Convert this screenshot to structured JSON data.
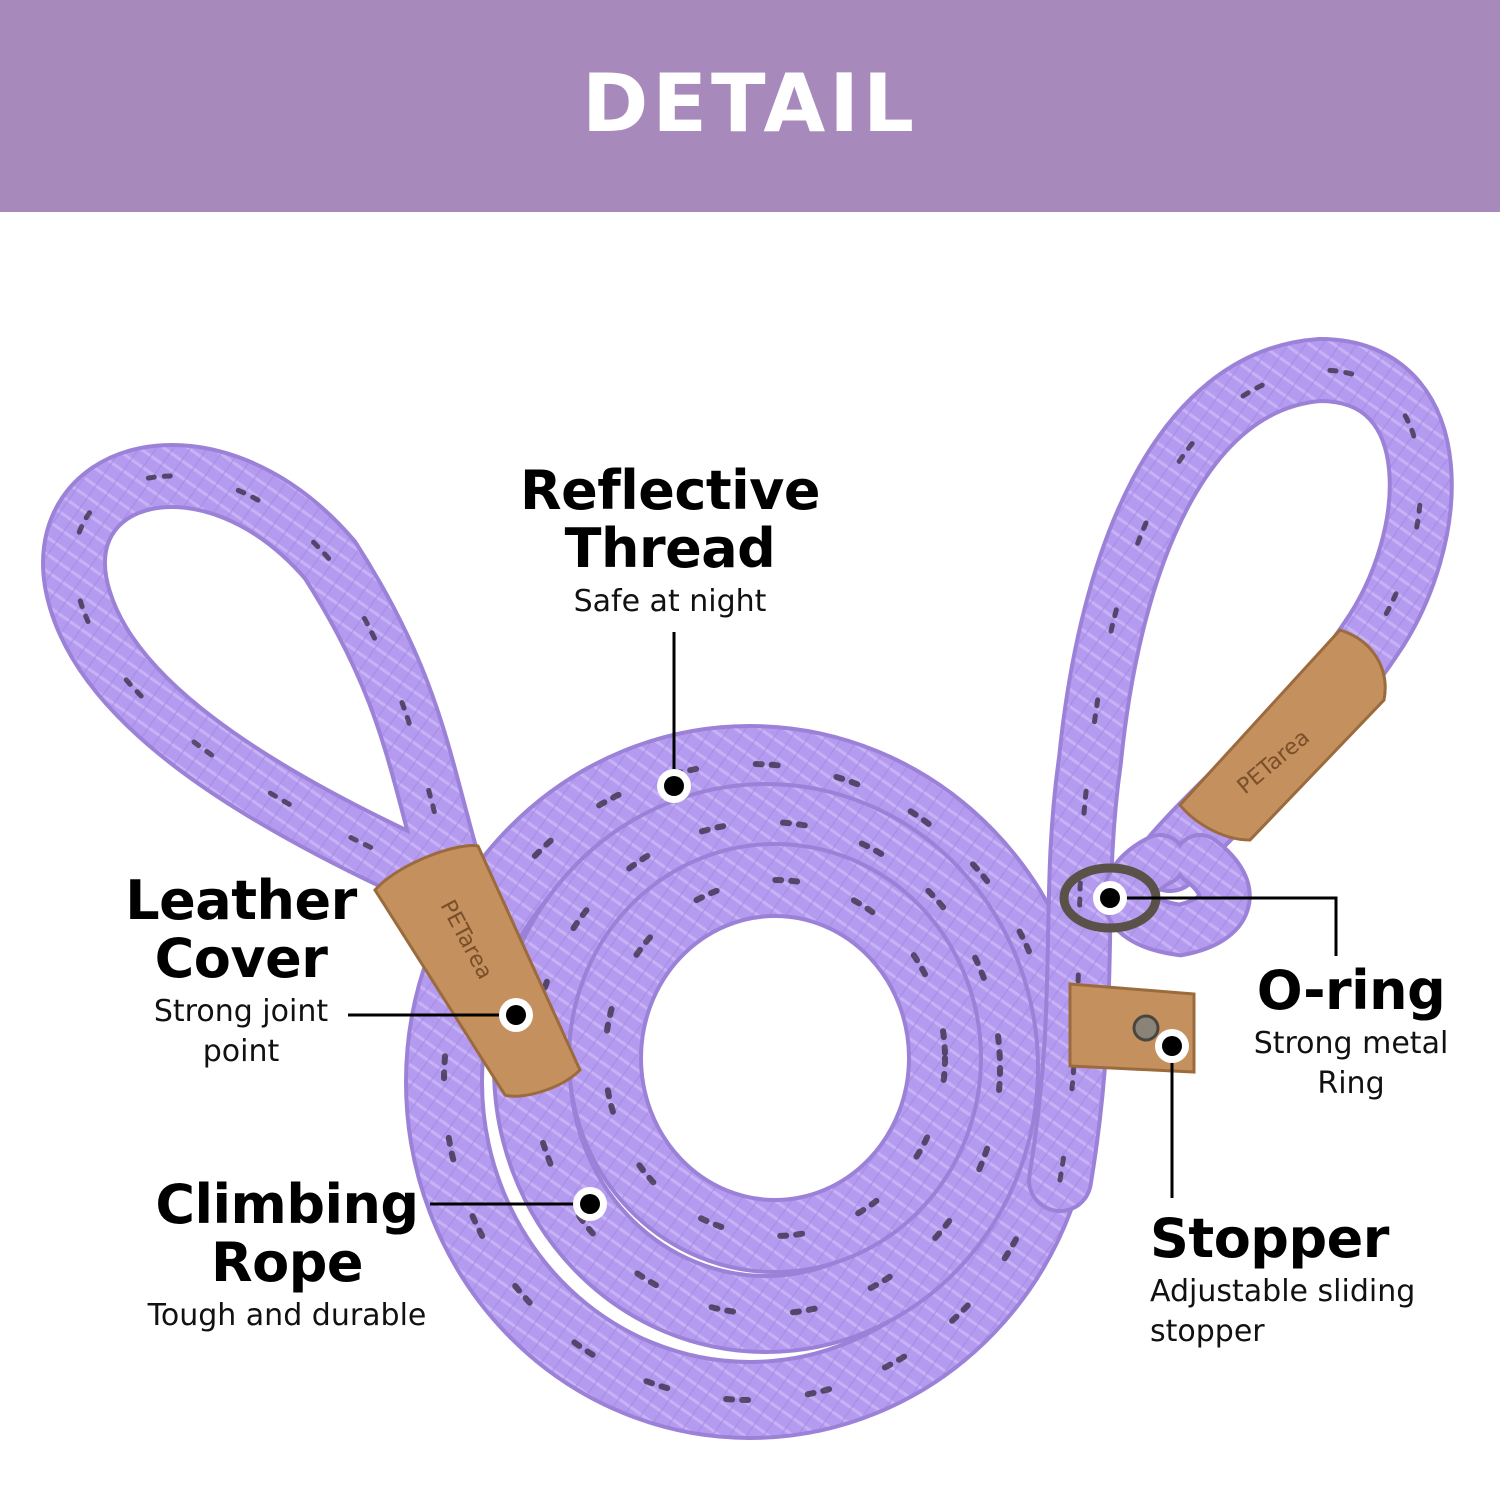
{
  "header": {
    "title": "DETAIL",
    "background": "#a78abb"
  },
  "product": {
    "rope_color": "#b79cf1",
    "leather_color": "#c08a55",
    "brand_mark": "PETarea"
  },
  "callouts": {
    "reflective": {
      "title_line1": "Reflective",
      "title_line2": "Thread",
      "sub_line1": "Safe at night"
    },
    "leather": {
      "title_line1": "Leather",
      "title_line2": "Cover",
      "sub_line1": "Strong joint",
      "sub_line2": "point"
    },
    "climbing": {
      "title_line1": "Climbing",
      "title_line2": "Rope",
      "sub_line1": "Tough and durable"
    },
    "oring": {
      "title_line1": "O-ring",
      "sub_line1": "Strong metal",
      "sub_line2": "Ring"
    },
    "stopper": {
      "title_line1": "Stopper",
      "sub_line1": "Adjustable sliding",
      "sub_line2": "stopper"
    }
  }
}
